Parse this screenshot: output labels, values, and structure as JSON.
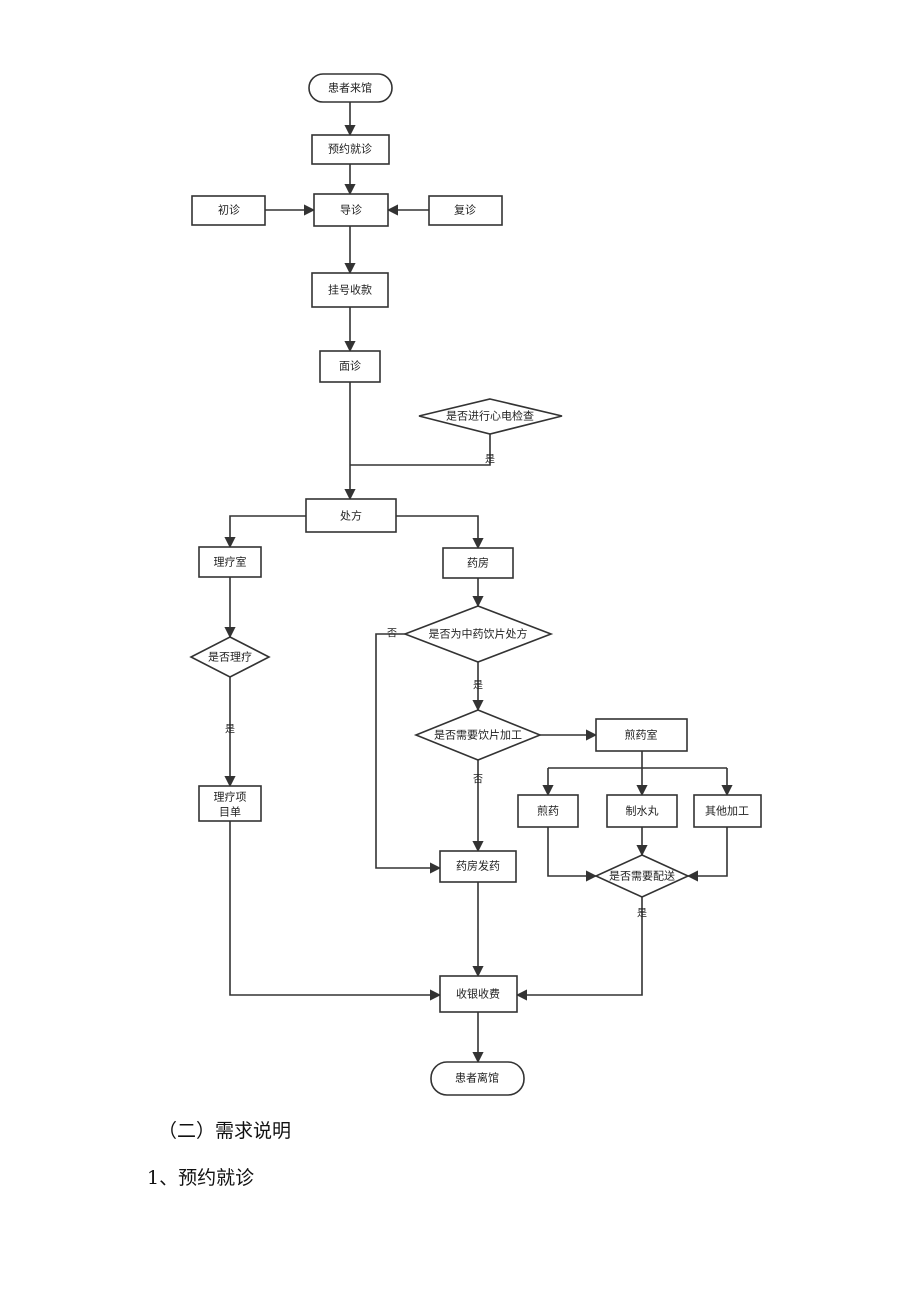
{
  "nodes": {
    "arrive": "患者来馆",
    "appoint": "预约就诊",
    "first": "初诊",
    "guide": "导诊",
    "revisit": "复诊",
    "register": "挂号收款",
    "consult": "面诊",
    "ecg": "是否进行心电检查",
    "prescribe": "处方",
    "therapy_room": "理疗室",
    "pharmacy": "药房",
    "is_therapy": "是否理疗",
    "is_herbal": "是否为中药饮片处方",
    "need_process": "是否需要饮片加工",
    "decoct_room": "煎药室",
    "decoct": "煎药",
    "pill": "制水丸",
    "other": "其他加工",
    "need_delivery": "是否需要配送",
    "therapy_list_1": "理疗项",
    "therapy_list_2": "目单",
    "dispense": "药房发药",
    "cashier": "收银收费",
    "leave": "患者离馆"
  },
  "labels": {
    "yes": "是",
    "no": "否"
  },
  "document": {
    "heading": "（二）需求说明",
    "item": "1、预约就诊"
  }
}
